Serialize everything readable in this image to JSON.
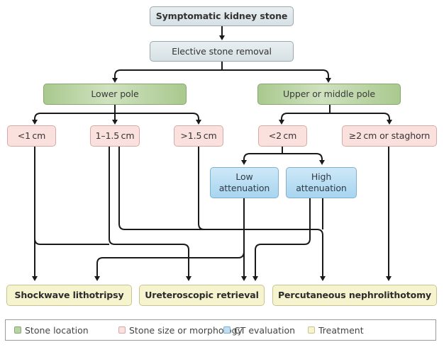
{
  "diagram": {
    "title_node": "Symptomatic kidney stone",
    "step_node": "Elective stone removal",
    "location_nodes": {
      "lower": "Lower pole",
      "upper": "Upper or middle pole"
    },
    "size_nodes": {
      "lower_small": "<1 cm",
      "lower_mid": "1–1.5 cm",
      "lower_large": ">1.5 cm",
      "upper_small": "<2 cm",
      "upper_large": "≥2 cm or staghorn"
    },
    "ct_nodes": {
      "low_line1": "Low",
      "low_line2": "attenuation",
      "high_line1": "High",
      "high_line2": "attenuation"
    },
    "treatment_nodes": {
      "swl": "Shockwave lithotripsy",
      "urs": "Ureteroscopic retrieval",
      "pcnl": "Percutaneous nephrolithotomy"
    },
    "edges": [
      [
        "Symptomatic kidney stone",
        "Elective stone removal"
      ],
      [
        "Elective stone removal",
        "Lower pole"
      ],
      [
        "Elective stone removal",
        "Upper or middle pole"
      ],
      [
        "Lower pole",
        "<1 cm"
      ],
      [
        "Lower pole",
        "1–1.5 cm"
      ],
      [
        "Lower pole",
        ">1.5 cm"
      ],
      [
        "Upper or middle pole",
        "<2 cm"
      ],
      [
        "Upper or middle pole",
        "≥2 cm or staghorn"
      ],
      [
        "<2 cm",
        "Low attenuation"
      ],
      [
        "<2 cm",
        "High attenuation"
      ],
      [
        "<1 cm",
        "Shockwave lithotripsy"
      ],
      [
        "<1 cm",
        "Ureteroscopic retrieval"
      ],
      [
        "1–1.5 cm",
        "Ureteroscopic retrieval"
      ],
      [
        "1–1.5 cm",
        "Percutaneous nephrolithotomy"
      ],
      [
        ">1.5 cm",
        "Percutaneous nephrolithotomy"
      ],
      [
        "Low attenuation",
        "Shockwave lithotripsy"
      ],
      [
        "Low attenuation",
        "Ureteroscopic retrieval"
      ],
      [
        "High attenuation",
        "Ureteroscopic retrieval"
      ],
      [
        "High attenuation",
        "Percutaneous nephrolithotomy"
      ],
      [
        "≥2 cm or staghorn",
        "Percutaneous nephrolithotomy"
      ]
    ]
  },
  "legend": {
    "items": [
      {
        "label": "Stone location",
        "color": "#b9d4a3",
        "border": "#86a870"
      },
      {
        "label": "Stone size or morphology",
        "color": "#fbe1de",
        "border": "#d9a9a5"
      },
      {
        "label": "CT evaluation",
        "color": "#bfe0f4",
        "border": "#7fb0cf"
      },
      {
        "label": "Treatment",
        "color": "#f6f4cf",
        "border": "#c9c48f"
      }
    ]
  }
}
